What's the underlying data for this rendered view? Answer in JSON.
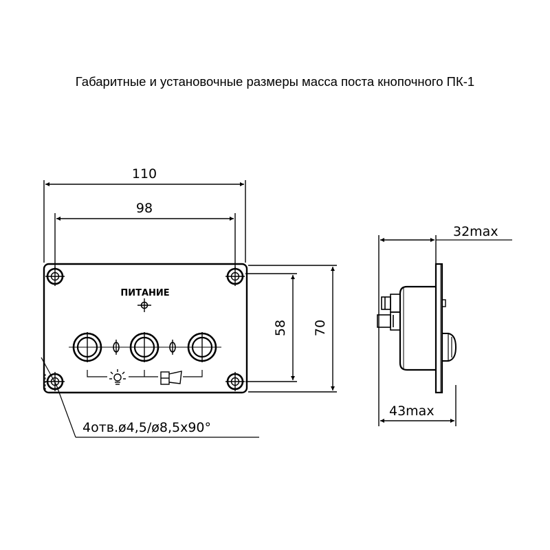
{
  "title": "Габаритные и установочные размеры масса поста кнопочного ПК-1",
  "front_view": {
    "dim_overall_width": "110",
    "dim_hole_spacing_width": "98",
    "dim_hole_spacing_height": "58",
    "dim_overall_height": "70",
    "panel_label": "ПИТАНИЕ",
    "holes_note": "4отв.ø4,5/ø8,5х90°"
  },
  "side_view": {
    "dim_protrusion": "32max",
    "dim_depth": "43max"
  }
}
